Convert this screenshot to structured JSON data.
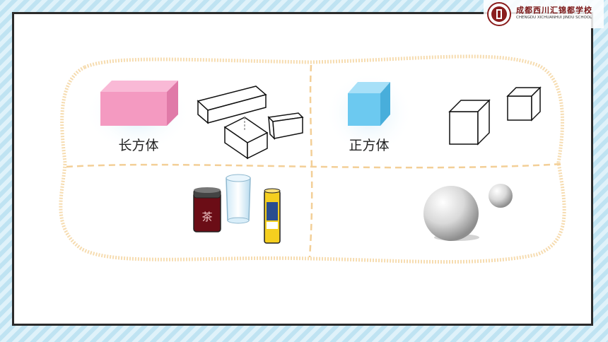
{
  "header": {
    "school_name_cn": "成都西川汇锦都学校",
    "school_name_en": "CHENGDU XICHUANHUI JINDU SCHOOL"
  },
  "shapes": {
    "cuboid_label": "长方体",
    "cube_label": "正方体",
    "tea_char": "茶",
    "cuboid_color": "#f49ac1",
    "cube_color": "#6cc9f0"
  }
}
